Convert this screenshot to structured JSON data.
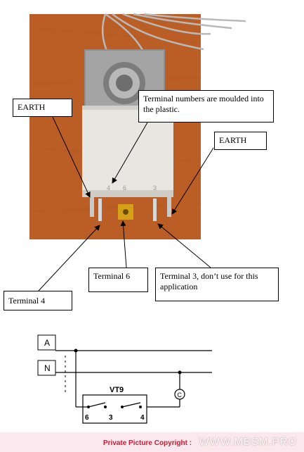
{
  "labels": {
    "earth_left": "EARTH",
    "earth_right": "EARTH",
    "terminal_numbers": "Terminal numbers are moulded into the plastic.",
    "terminal_6": "Terminal 6",
    "terminal_3": "Terminal 3, don’t use for this application",
    "terminal_4": "Terminal 4"
  },
  "photo_markings": {
    "t4": "4",
    "t6": "6",
    "t3": "3"
  },
  "schematic": {
    "line_a": "A",
    "line_n": "N",
    "device": "VT9",
    "pin_6": "6",
    "pin_3": "3",
    "pin_4": "4",
    "compressor": "C"
  },
  "footer": {
    "copyright": "Private Picture Copyright :",
    "site": "WWW.MBSM.PRO"
  },
  "colors": {
    "wood": "#c4652a",
    "housing": "#e8e6e0",
    "terminal_pad": "#d4a017",
    "footer_bg": "#fae8ee",
    "footer_text": "#d0182f"
  }
}
